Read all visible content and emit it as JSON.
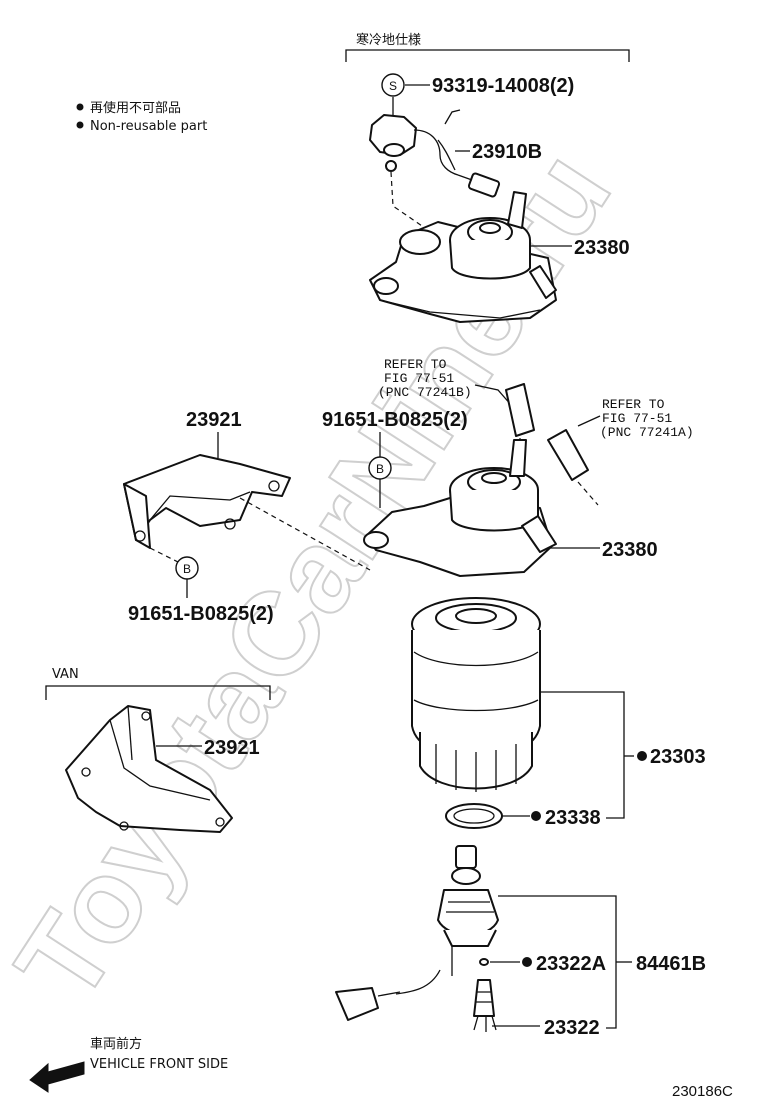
{
  "legend": {
    "line1": "再使用不可部品",
    "line2": "Non-reusable part"
  },
  "cold_spec_label": "寒冷地仕様",
  "van_label": "VAN",
  "watermark": "ToyotaCarNine.ru",
  "refer1": {
    "line1": "REFER TO",
    "line2": "FIG 77-51",
    "line3": "(PNC 77241B)"
  },
  "refer2": {
    "line1": "REFER TO",
    "line2": "FIG 77-51",
    "line3": "(PNC 77241A)"
  },
  "circle_s": "S",
  "circle_b": "B",
  "parts": {
    "p93319": "93319-14008(2)",
    "p23910B": "23910B",
    "p23380_top": "23380",
    "p23921_top": "23921",
    "p91651_top": "91651-B0825(2)",
    "p23380_mid": "23380",
    "p91651_left": "91651-B0825(2)",
    "p23921_van": "23921",
    "p23303": "23303",
    "p23338": "23338",
    "p23322A": "23322A",
    "p84461B": "84461B",
    "p23322": "23322"
  },
  "front": {
    "line1": "車両前方",
    "line2": "VEHICLE FRONT SIDE"
  },
  "diagram_id": "230186C"
}
